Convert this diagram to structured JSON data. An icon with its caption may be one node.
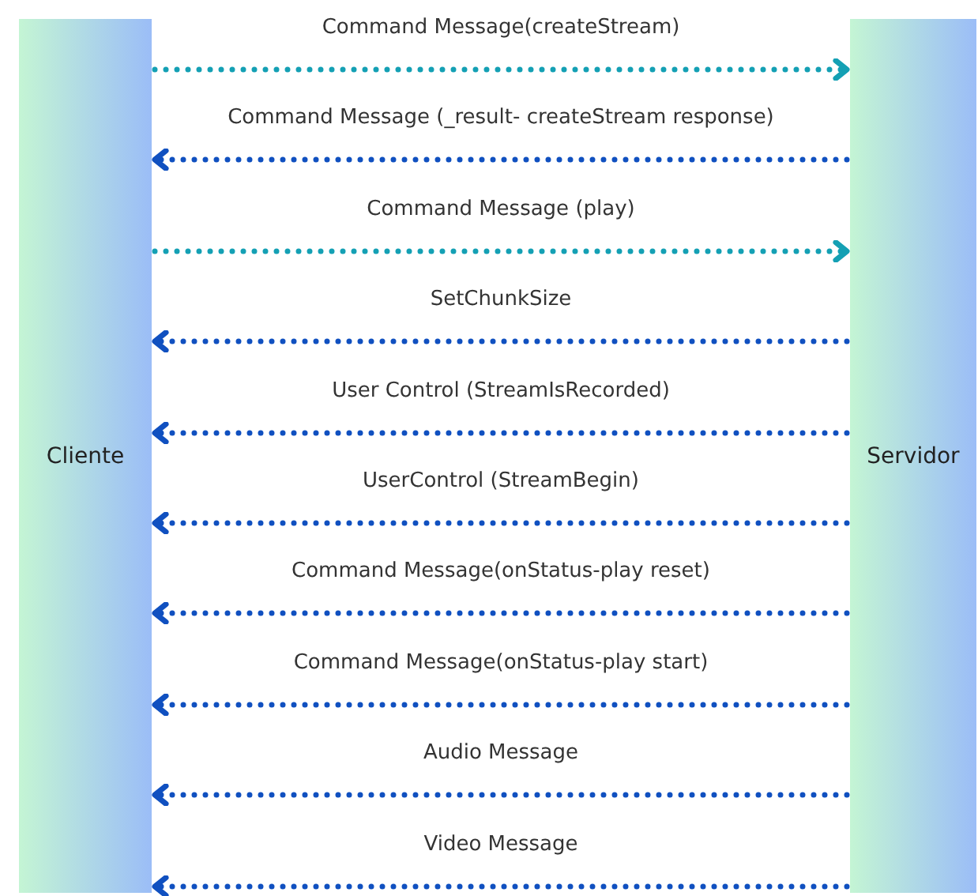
{
  "diagram": {
    "nodes": [
      {
        "text": [
          "Cliente"
        ]
      },
      {
        "text": [
          "Servidor"
        ]
      }
    ],
    "edges": [
      {
        "from": 0,
        "to": 1,
        "arrow": "to",
        "label": "Command Message(createStream)",
        "style": "dashed",
        "color": "#14a0b4"
      },
      {
        "from": 1,
        "to": 0,
        "arrow": "to",
        "label": "Command Message (_result- createStream response)",
        "style": "dashed"
      },
      {
        "from": 0,
        "to": 1,
        "arrow": "to",
        "label": "Command Message (play)",
        "style": "dashed",
        "color": "#14a0b4"
      },
      {
        "from": 1,
        "to": 0,
        "arrow": "to",
        "label": "SetChunkSize",
        "style": "dashed"
      },
      {
        "from": 1,
        "to": 0,
        "arrow": "to",
        "label": "User Control (StreamIsRecorded)",
        "style": "dashed"
      },
      {
        "from": 1,
        "to": 0,
        "arrow": "to",
        "label": "UserControl (StreamBegin)",
        "style": "dashed"
      },
      {
        "from": 1,
        "to": 0,
        "arrow": "to",
        "label": "Command Message(onStatus-play reset)",
        "style": "dashed"
      },
      {
        "from": 1,
        "to": 0,
        "arrow": "to",
        "label": "Command Message(onStatus-play start)",
        "style": "dashed"
      },
      {
        "from": 1,
        "to": 0,
        "arrow": "to",
        "label": "Audio Message",
        "style": "dashed"
      },
      {
        "from": 1,
        "to": 0,
        "arrow": "to",
        "label": "Video Message",
        "style": "dashed"
      }
    ]
  }
}
